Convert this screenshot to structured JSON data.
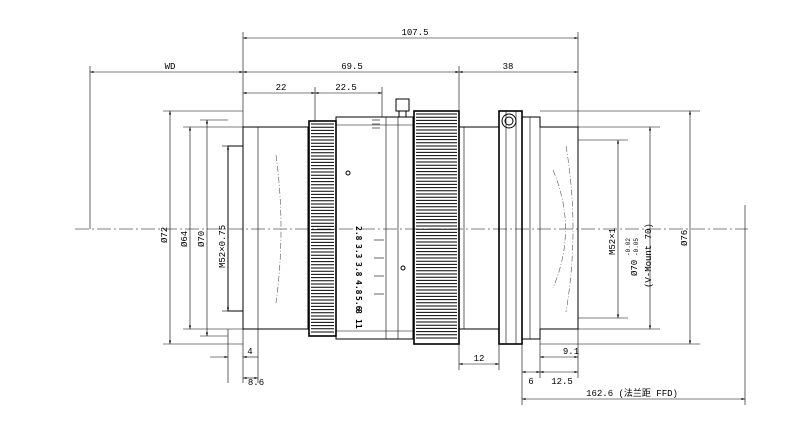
{
  "horizontal_dimensions": {
    "overall_length": "107.5",
    "working_distance": "WD",
    "body_length": "69.5",
    "mount_length": "38",
    "front_segment": "22",
    "second_segment": "22.5",
    "front_lip": "4",
    "front_step": "8.6",
    "rear_offset": "12",
    "flange_offset": "6",
    "mount_depth": "12.5",
    "mount_step": "9.1",
    "ffd_label": "162.6 (法兰距 FFD)"
  },
  "vertical_dimensions": {
    "front_outer_diameter": "Ø72",
    "front_diameter_2": "Ø64",
    "front_diameter_3": "Ø70",
    "filter_thread": "M52×0.75",
    "mount_thread": "M52×1",
    "mount_diameter": "Ø70",
    "mount_tolerance_upper": "-0.02",
    "mount_tolerance_lower": "-0.05",
    "mount_type": "(V-Mount 70)",
    "rear_diameter": "Ø76"
  },
  "aperture_scale": {
    "values": [
      "2.8",
      "3.3",
      "3.8",
      "4.8",
      "5.6",
      "8",
      "11"
    ]
  }
}
